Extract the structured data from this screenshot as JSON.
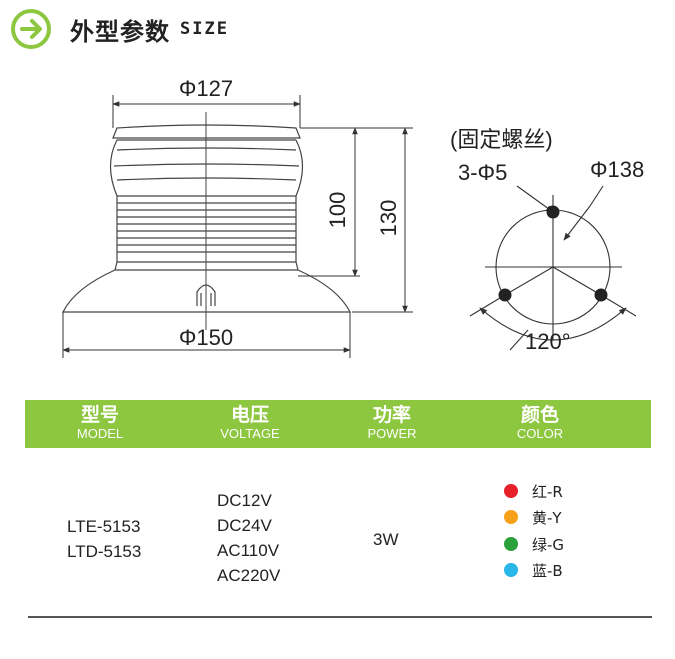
{
  "header": {
    "title": "外型参数",
    "subtitle": "SIZE",
    "accent": "#8dc63f",
    "icon": "arrow-right-circle-icon"
  },
  "diagram": {
    "top_diameter": "Φ127",
    "base_diameter": "Φ150",
    "inner_height": "100",
    "total_height": "130",
    "mount_note": "(固定螺丝)",
    "screw_spec": "3-Φ5",
    "mount_diameter": "Φ138",
    "angle": "120°"
  },
  "table": {
    "band_color": "#8dc63f",
    "headers": [
      {
        "zh": "型号",
        "en": "MODEL"
      },
      {
        "zh": "电压",
        "en": "VOLTAGE"
      },
      {
        "zh": "功率",
        "en": "POWER"
      },
      {
        "zh": "颜色",
        "en": "COLOR"
      }
    ],
    "models": [
      "LTE-5153",
      "LTD-5153"
    ],
    "voltages": [
      "DC12V",
      "DC24V",
      "AC110V",
      "AC220V"
    ],
    "power": "3W",
    "colors": [
      {
        "label": "红-R",
        "hex": "#e8202a"
      },
      {
        "label": "黄-Y",
        "hex": "#f7a11a"
      },
      {
        "label": "绿-G",
        "hex": "#2aa13a"
      },
      {
        "label": "蓝-B",
        "hex": "#29b6e8"
      }
    ]
  }
}
